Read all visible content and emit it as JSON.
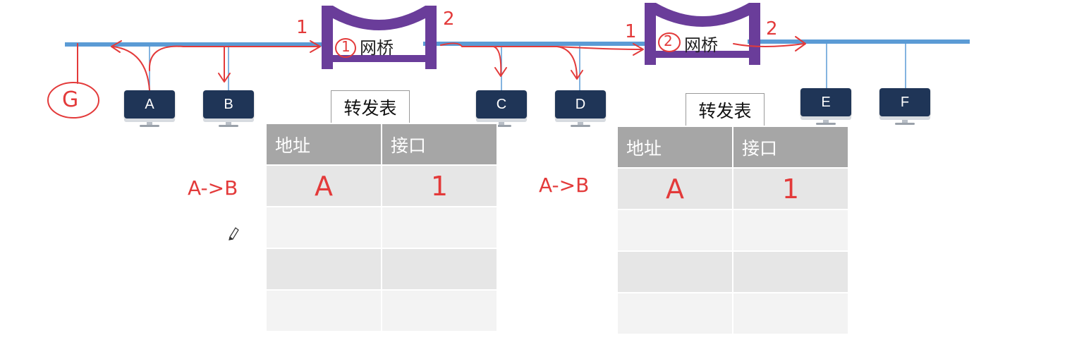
{
  "colors": {
    "bus": "#5b9bd5",
    "bridge": "#6a3d9a",
    "annotation": "#e33a3a",
    "host": "#1f3557",
    "table_header": "#a6a6a6"
  },
  "hosts": {
    "A": "A",
    "B": "B",
    "C": "C",
    "D": "D",
    "E": "E",
    "F": "F"
  },
  "bridges": [
    {
      "label": "网桥",
      "port_left": "1",
      "port_right": "2",
      "circle_mark": "1"
    },
    {
      "label": "网桥",
      "port_left": "1",
      "port_right": "2",
      "circle_mark": "2"
    }
  ],
  "tables": [
    {
      "title": "转发表",
      "col_address": "地址",
      "col_port": "接口",
      "rows": [
        {
          "address": "A",
          "port": "1"
        },
        {
          "address": "",
          "port": ""
        },
        {
          "address": "",
          "port": ""
        },
        {
          "address": "",
          "port": ""
        }
      ]
    },
    {
      "title": "转发表",
      "col_address": "地址",
      "col_port": "接口",
      "rows": [
        {
          "address": "A",
          "port": "1"
        },
        {
          "address": "",
          "port": ""
        },
        {
          "address": "",
          "port": ""
        },
        {
          "address": "",
          "port": ""
        }
      ]
    }
  ],
  "annotations": {
    "flow_left": "A->B",
    "flow_right": "A->B",
    "circle_g": "G"
  }
}
